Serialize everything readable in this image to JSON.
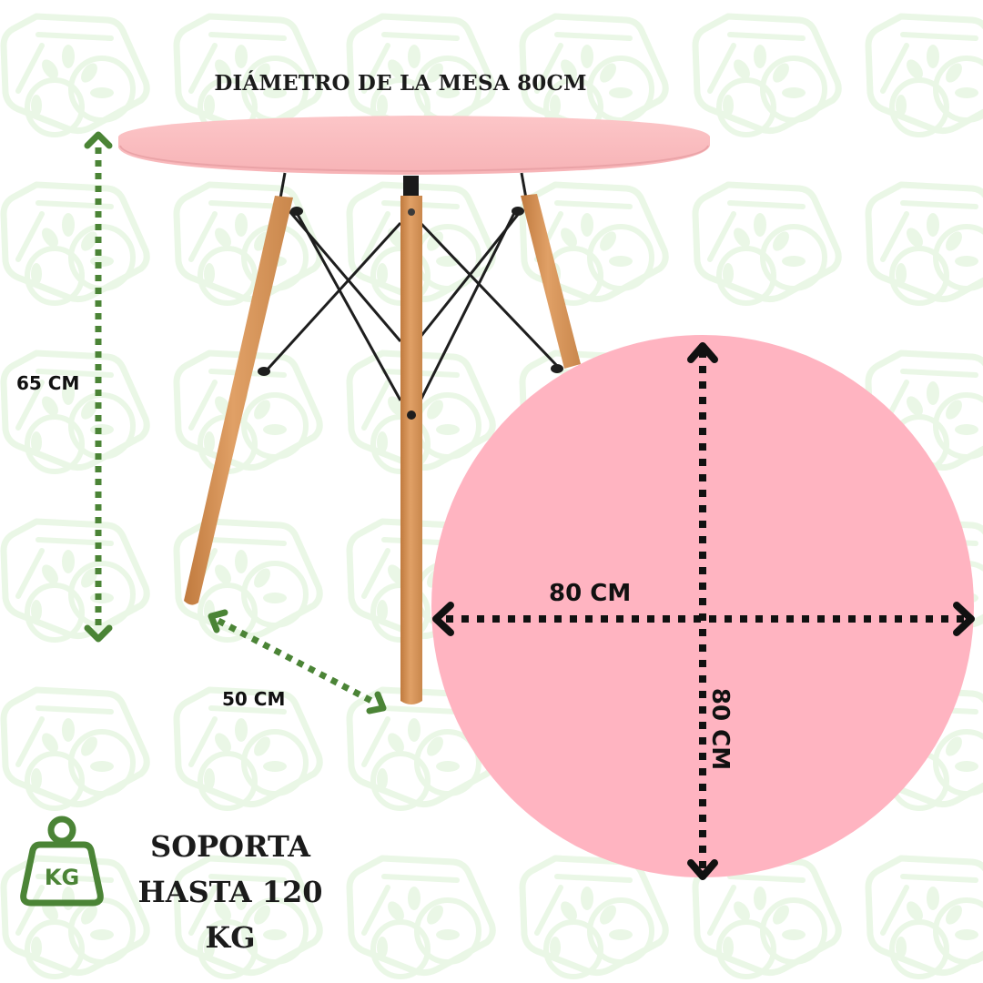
{
  "title": "DIÁMETRO DE LA MESA 80CM",
  "dimensions": {
    "height_label": "65 CM",
    "leg_spacing_label": "50 CM",
    "diameter_horizontal_label": "80 CM",
    "diameter_vertical_label": "80 CM"
  },
  "capacity": {
    "line1": "SOPORTA",
    "line2": "HASTA 120 KG",
    "icon": "kg-weight-icon",
    "icon_text": "KG"
  },
  "colors": {
    "tabletop_pink": "#fbbfc2",
    "circle_pink": "#ffb4c1",
    "wood": "#d8955a",
    "green_accent": "#4b8436",
    "pattern_green": "#eaf7e6",
    "text_dark": "#1b1b1b"
  }
}
